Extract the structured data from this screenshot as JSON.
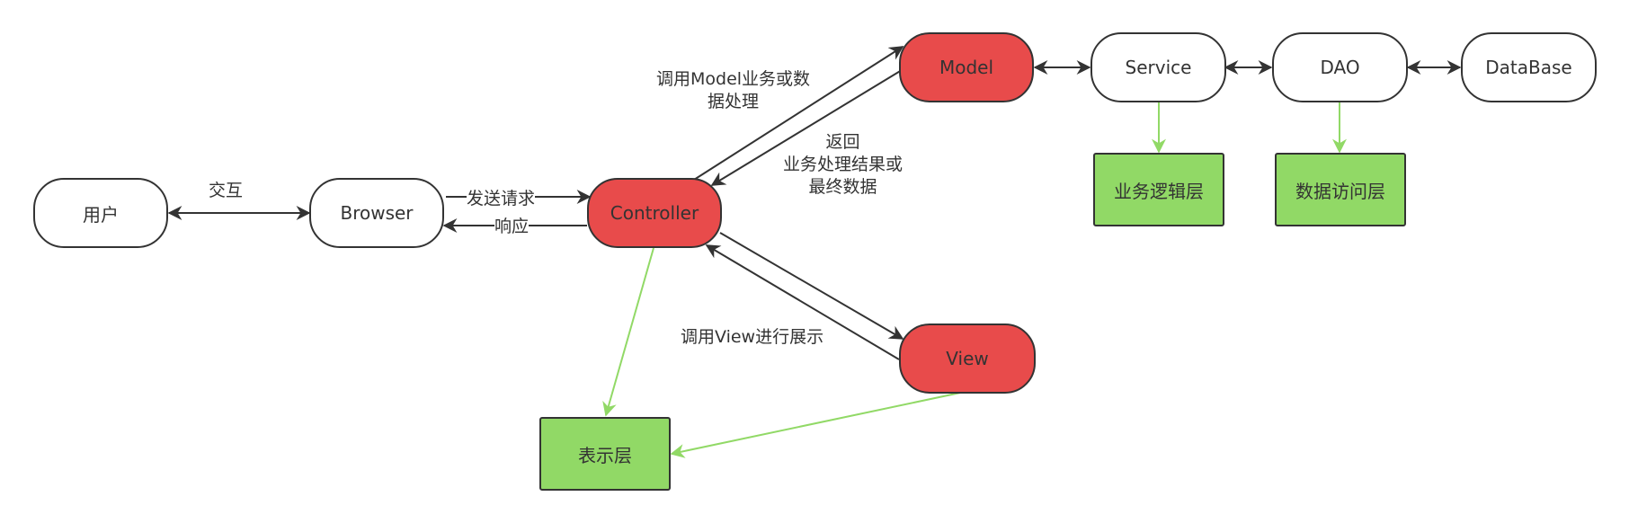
{
  "nodes": {
    "user": "用户",
    "browser": "Browser",
    "controller": "Controller",
    "model": "Model",
    "view": "View",
    "service": "Service",
    "dao": "DAO",
    "database": "DataBase",
    "business_layer": "业务逻辑层",
    "data_access_layer": "数据访问层",
    "presentation_layer": "表示层"
  },
  "edge_labels": {
    "interact": "交互",
    "send_request": "发送请求",
    "response": "响应",
    "call_model_line1": "调用Model业务或数",
    "call_model_line2": "据处理",
    "return_line1": "返回",
    "return_line2": "业务处理结果或",
    "return_line3": "最终数据",
    "call_view": "调用View进行展示"
  },
  "colors": {
    "mvc_component": "#e84b4b",
    "layer": "#91d966",
    "layer_arrow": "#91d966",
    "edge": "#333333"
  }
}
